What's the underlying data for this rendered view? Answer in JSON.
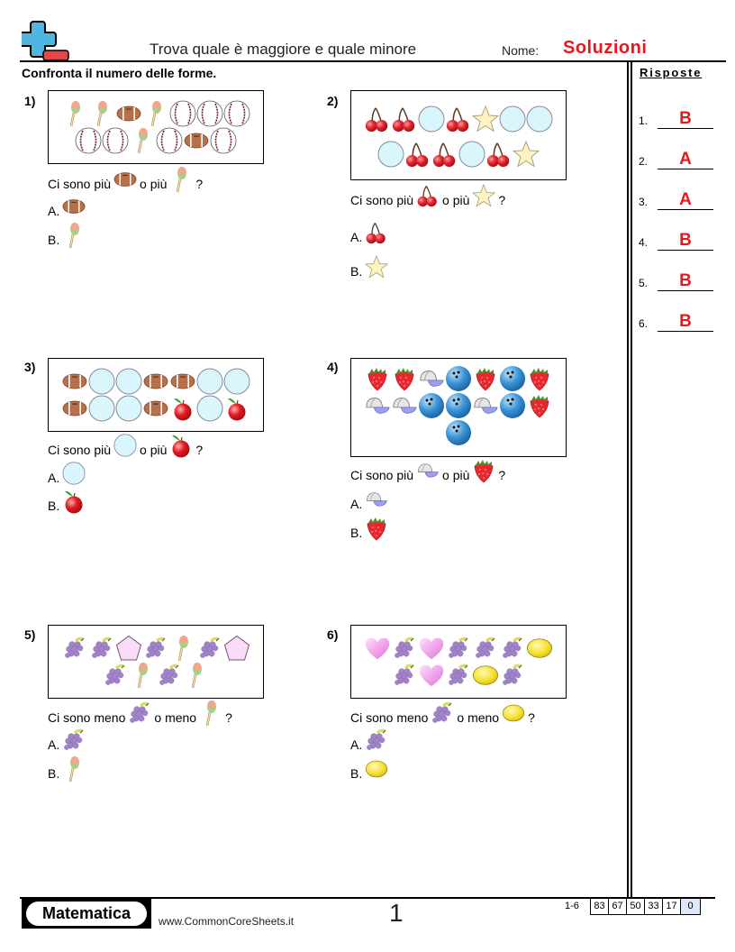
{
  "header": {
    "title": "Trova quale è maggiore e quale minore",
    "name_label": "Nome:",
    "name_value": "Soluzioni",
    "logo_icon": "plus-minus-logo-icon"
  },
  "instructions": "Confronta il numero delle forme.",
  "answers": {
    "heading": "Risposte",
    "items": [
      {
        "num": "1.",
        "value": "B"
      },
      {
        "num": "2.",
        "value": "A"
      },
      {
        "num": "3.",
        "value": "A"
      },
      {
        "num": "4.",
        "value": "B"
      },
      {
        "num": "5.",
        "value": "B"
      },
      {
        "num": "6.",
        "value": "B"
      }
    ]
  },
  "questions": [
    {
      "num": "1)",
      "rows": [
        [
          "maraca",
          "maraca",
          "football",
          "maraca",
          "baseball",
          "baseball",
          "baseball"
        ],
        [
          "baseball",
          "baseball",
          "maraca",
          "baseball",
          "football",
          "baseball"
        ]
      ],
      "prompt_start": "Ci sono più",
      "prompt_mid": "o più",
      "prompt_end": "?",
      "item_a": "football",
      "item_b": "maraca",
      "opt_a": "A.",
      "opt_b": "B."
    },
    {
      "num": "2)",
      "rows": [
        [
          "cherry",
          "cherry",
          "circle",
          "cherry",
          "star",
          "circle",
          "circle"
        ],
        [
          "circle",
          "cherry",
          "cherry",
          "circle",
          "cherry",
          "star"
        ]
      ],
      "prompt_start": "Ci sono più",
      "prompt_mid": "o più",
      "prompt_end": "?",
      "item_a": "cherry",
      "item_b": "star",
      "opt_a": "A.",
      "opt_b": "B."
    },
    {
      "num": "3)",
      "rows": [
        [
          "football",
          "circle",
          "circle",
          "football",
          "football",
          "circle",
          "circle"
        ],
        [
          "football",
          "circle",
          "circle",
          "football",
          "apple",
          "circle",
          "apple"
        ]
      ],
      "prompt_start": "Ci sono più",
      "prompt_mid": "o più",
      "prompt_end": "?",
      "item_a": "circle",
      "item_b": "apple",
      "opt_a": "A.",
      "opt_b": "B."
    },
    {
      "num": "4)",
      "rows": [
        [
          "strawberry",
          "strawberry",
          "cap",
          "bowling",
          "strawberry",
          "bowling",
          "strawberry"
        ],
        [
          "cap",
          "cap",
          "bowling",
          "bowling",
          "cap",
          "bowling",
          "strawberry"
        ],
        [
          "bowling"
        ]
      ],
      "prompt_start": "Ci sono più",
      "prompt_mid": "o più",
      "prompt_end": "?",
      "item_a": "cap",
      "item_b": "strawberry",
      "opt_a": "A.",
      "opt_b": "B."
    },
    {
      "num": "5)",
      "rows": [
        [
          "grapes",
          "grapes",
          "pentagon",
          "grapes",
          "maraca",
          "grapes",
          "pentagon"
        ],
        [
          "grapes",
          "maraca",
          "grapes",
          "maraca"
        ]
      ],
      "prompt_start": "Ci sono meno",
      "prompt_mid": "o meno",
      "prompt_end": "?",
      "item_a": "grapes",
      "item_b": "maraca",
      "opt_a": "A.",
      "opt_b": "B."
    },
    {
      "num": "6)",
      "rows": [
        [
          "heart",
          "grapes",
          "heart",
          "grapes",
          "grapes",
          "grapes",
          "lemon"
        ],
        [
          "grapes",
          "heart",
          "grapes",
          "lemon",
          "grapes"
        ]
      ],
      "prompt_start": "Ci sono meno",
      "prompt_mid": "o meno",
      "prompt_end": "?",
      "item_a": "grapes",
      "item_b": "lemon",
      "opt_a": "A.",
      "opt_b": "B."
    }
  ],
  "footer": {
    "brand": "Matematica",
    "url": "www.CommonCoreSheets.it",
    "page": "1",
    "score_label": "1-6",
    "scores": [
      "83",
      "67",
      "50",
      "33",
      "17",
      "0"
    ]
  },
  "colors": {
    "accent_red": "#e8171b",
    "logo_blue": "#4fb6e0",
    "logo_red": "#e84646",
    "score_highlight": "#dfe8fb"
  }
}
